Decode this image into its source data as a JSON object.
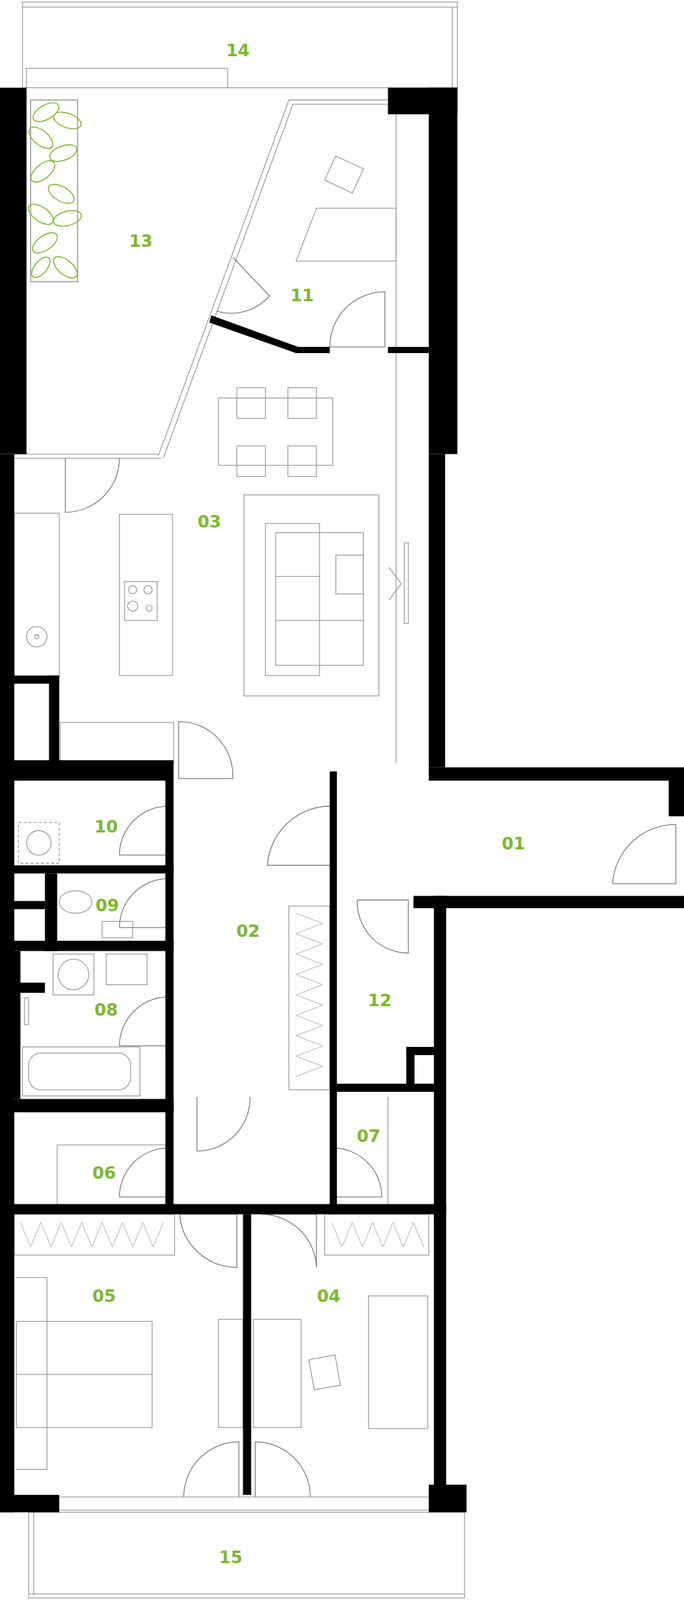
{
  "diagram": {
    "labels": [
      "14",
      "13",
      "11",
      "03",
      "10",
      "01",
      "09",
      "02",
      "08",
      "12",
      "07",
      "06",
      "05",
      "04",
      "15"
    ]
  }
}
